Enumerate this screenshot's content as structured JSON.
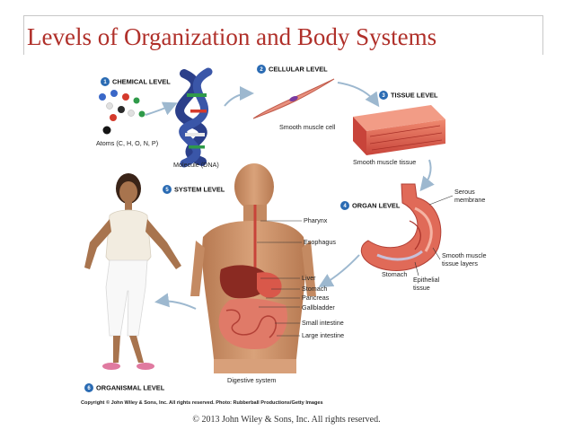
{
  "slide": {
    "title": "Levels of Organization and Body Systems",
    "footer": "© 2013 John Wiley & Sons, Inc. All rights reserved."
  },
  "figure": {
    "levels": [
      {
        "number": "1",
        "name": "CHEMICAL LEVEL"
      },
      {
        "number": "2",
        "name": "CELLULAR LEVEL"
      },
      {
        "number": "3",
        "name": "TISSUE LEVEL"
      },
      {
        "number": "4",
        "name": "ORGAN LEVEL"
      },
      {
        "number": "5",
        "name": "SYSTEM LEVEL"
      },
      {
        "number": "6",
        "name": "ORGANISMAL LEVEL"
      }
    ],
    "labels": {
      "atoms": "Atoms (C, H, O, N, P)",
      "molecule": "Molecule (DNA)",
      "cell": "Smooth muscle cell",
      "tissue": "Smooth muscle tissue",
      "serous": "Serous",
      "membrane": "membrane",
      "smooth_muscle": "Smooth muscle",
      "tissue_layers": "tissue layers",
      "epithelial": "Epithelial",
      "epithelial_tissue": "tissue",
      "stomach_organ": "Stomach",
      "pharynx": "Pharynx",
      "esophagus": "Esophagus",
      "liver": "Liver",
      "stomach": "Stomach",
      "pancreas": "Pancreas",
      "gallbladder": "Gallbladder",
      "small_intestine": "Small intestine",
      "large_intestine": "Large intestine",
      "digestive_system": "Digestive system"
    },
    "copyright": "Copyright © John Wiley & Sons, Inc. All rights reserved. Photo: Rubberball Productions/Getty Images",
    "colors": {
      "title": "#b0302a",
      "badge": "#2a6bb3",
      "muscle": "#d9584a",
      "arrow": "#9db8cf"
    }
  }
}
